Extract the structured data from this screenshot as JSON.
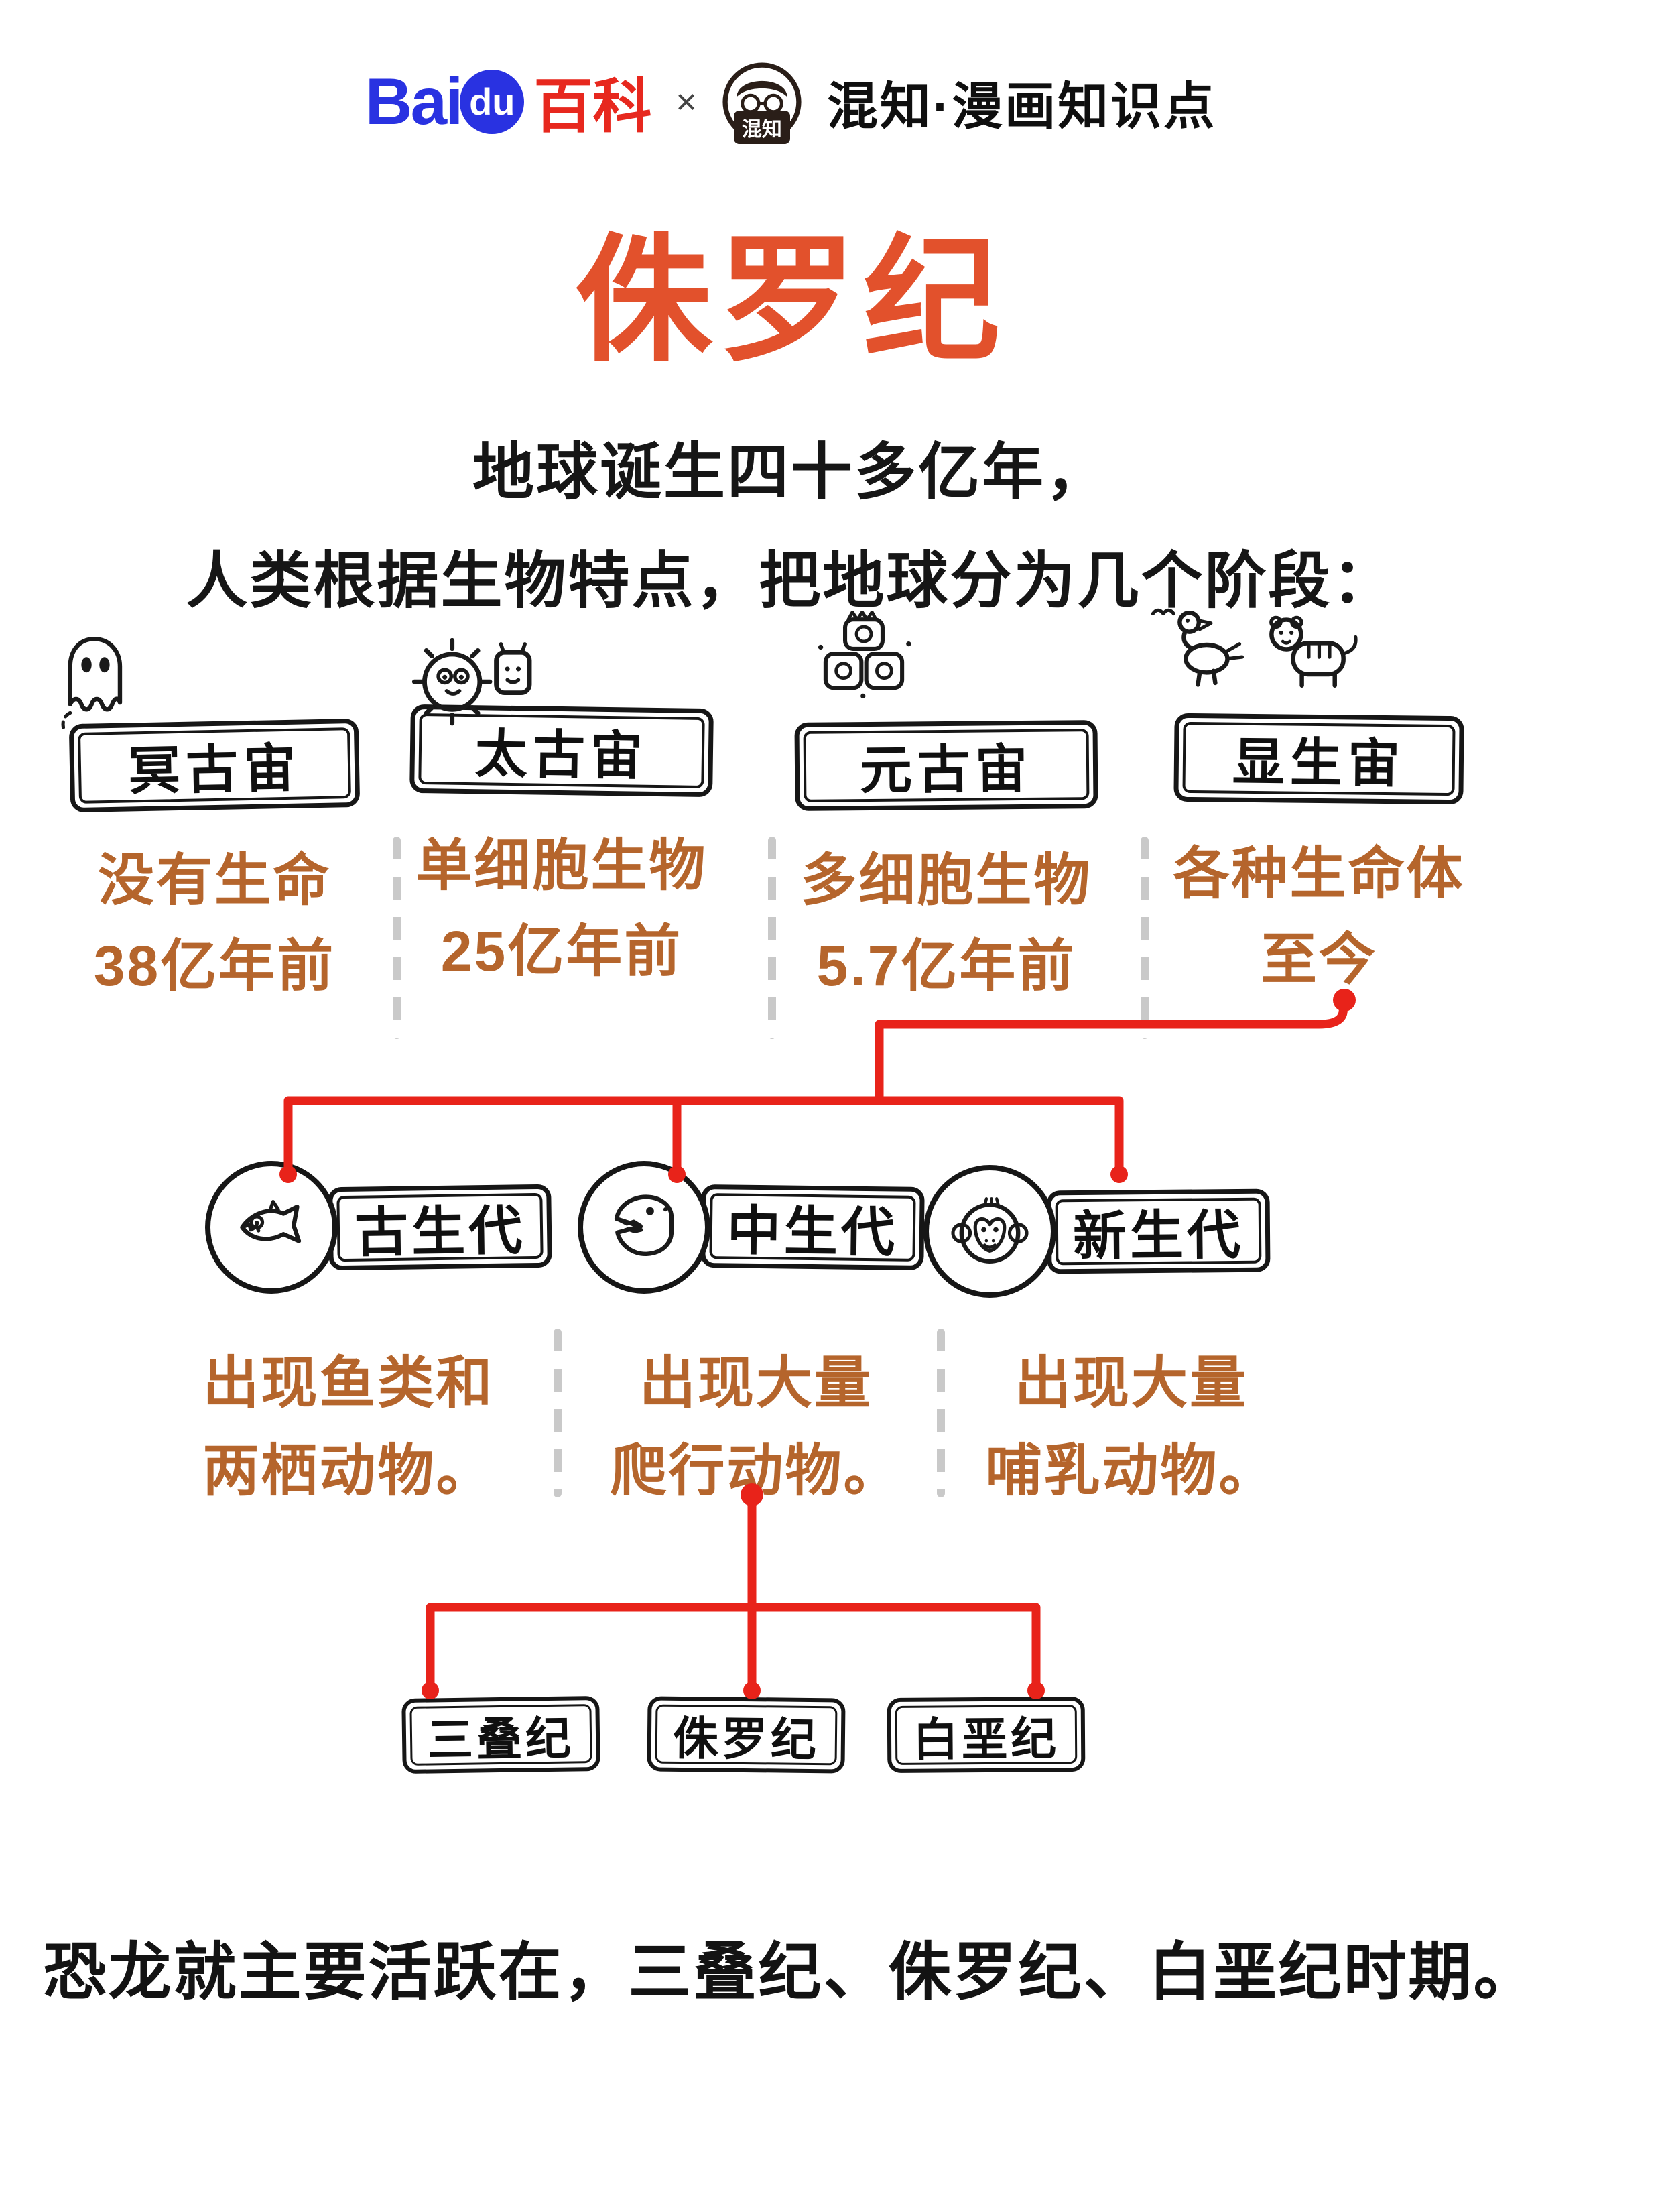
{
  "header": {
    "baidu": {
      "bai": "Bai",
      "du": "du",
      "baike": "百科"
    },
    "separator": "×",
    "avatar_label": "混知",
    "brand": "混知·漫画知识点"
  },
  "title": "侏罗纪",
  "intro": {
    "line1": "地球诞生四十多亿年，",
    "line2": "人类根据生物特点，把地球分为几个阶段："
  },
  "eons": [
    {
      "name": "冥古宙",
      "icon": "ghost-icon",
      "desc1": "没有生命",
      "desc2": "38亿年前"
    },
    {
      "name": "太古宙",
      "icon": "single-cell-icon",
      "desc1": "单细胞生物",
      "desc2": "25亿年前"
    },
    {
      "name": "元古宙",
      "icon": "multi-cell-icon",
      "desc1": "多细胞生物",
      "desc2": "5.7亿年前"
    },
    {
      "name": "显生宙",
      "icon": "animals-icon",
      "desc1": "各种生命体",
      "desc2": "至今"
    }
  ],
  "eras": [
    {
      "name": "古生代",
      "icon": "fish-icon",
      "desc1": "出现鱼类和",
      "desc2": "两栖动物。"
    },
    {
      "name": "中生代",
      "icon": "dinosaur-icon",
      "desc1": "出现大量",
      "desc2": "爬行动物。"
    },
    {
      "name": "新生代",
      "icon": "monkey-icon",
      "desc1": "出现大量",
      "desc2": "哺乳动物。"
    }
  ],
  "periods": [
    {
      "name": "三叠纪"
    },
    {
      "name": "侏罗纪"
    },
    {
      "name": "白垩纪"
    }
  ],
  "footer": {
    "pre": "恐龙就主要活跃在，三叠纪、",
    "bold": "侏罗纪",
    "post": "、白垩纪时期。"
  },
  "colors": {
    "accent": "#e2512c",
    "orange": "#b5652c",
    "line_red": "#e8231a",
    "dash_gray": "#c9c9c9",
    "baidu_blue": "#2932e1",
    "baidu_red": "#e7281e",
    "ink": "#161616"
  }
}
